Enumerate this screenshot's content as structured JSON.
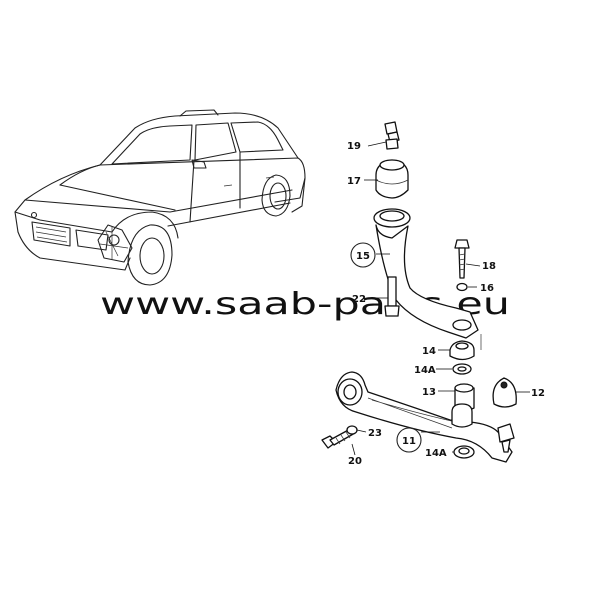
{
  "watermark": "www.saab-parts.eu",
  "callouts": {
    "c19": "19",
    "c17": "17",
    "c15": "15",
    "c18": "18",
    "c16": "16",
    "c22": "22",
    "c14": "14",
    "c14a_top": "14A",
    "c13": "13",
    "c12": "12",
    "c23": "23",
    "c11": "11",
    "c14a_bottom": "14A",
    "c20": "20"
  }
}
